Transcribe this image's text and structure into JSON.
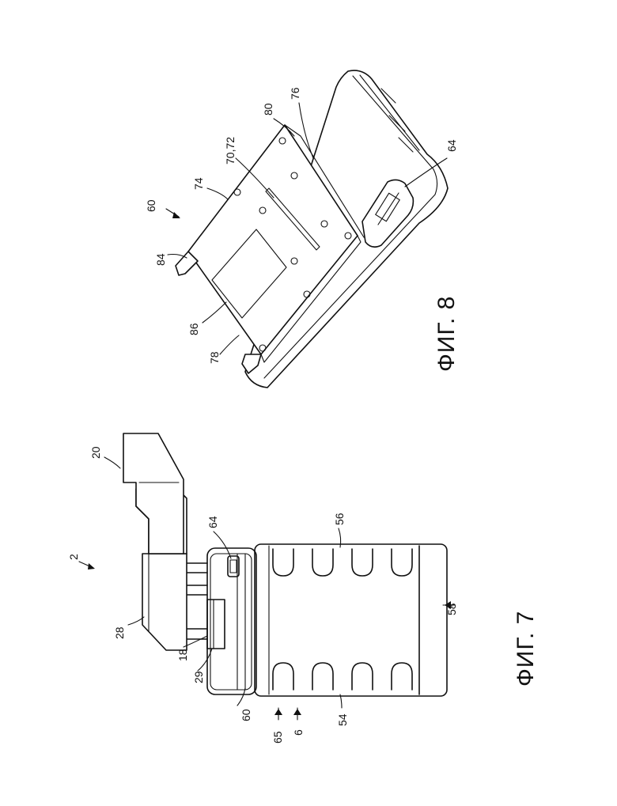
{
  "figures": [
    {
      "id": "fig7",
      "caption": "ФИГ. 7",
      "labels": [
        "2",
        "20",
        "28",
        "64",
        "56",
        "18",
        "29",
        "60",
        "65",
        "6",
        "54",
        "58"
      ]
    },
    {
      "id": "fig8",
      "caption": "ФИГ. 8",
      "labels": [
        "60",
        "74",
        "70,72",
        "80",
        "76",
        "64",
        "84",
        "86",
        "78"
      ]
    }
  ]
}
